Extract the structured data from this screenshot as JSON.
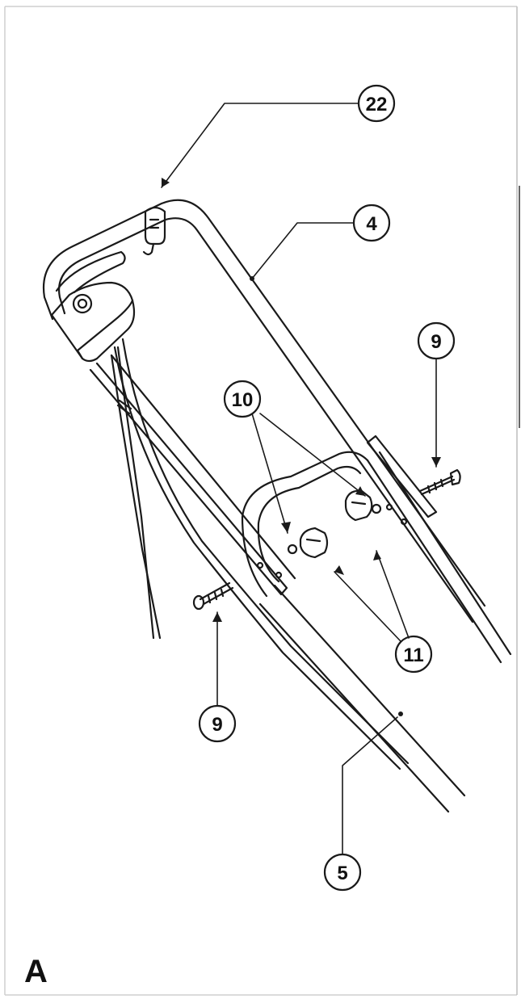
{
  "figure": {
    "label": "A"
  },
  "callouts": {
    "c22": "22",
    "c4": "4",
    "c9_right": "9",
    "c10": "10",
    "c11": "11",
    "c9_left": "9",
    "c5": "5"
  },
  "colors": {
    "line": "#1a1a1a",
    "frame": "#c9c9c9",
    "background": "#ffffff"
  }
}
